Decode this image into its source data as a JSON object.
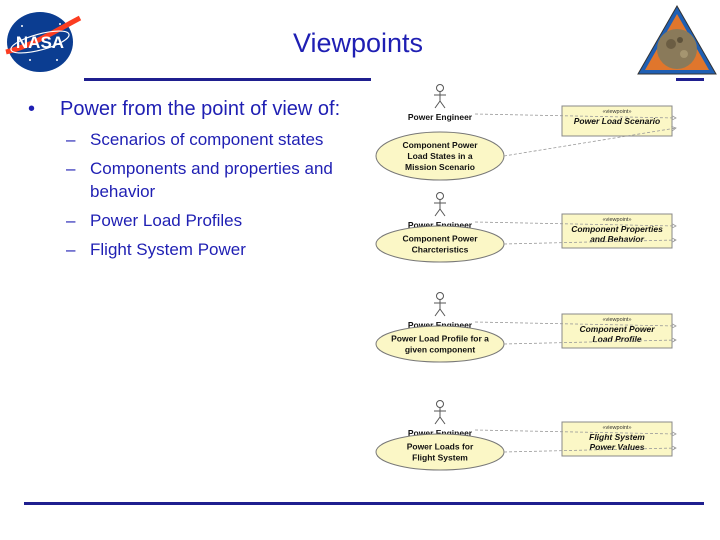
{
  "header": {
    "title": "Viewpoints",
    "logo_left": "nasa-logo",
    "logo_right": "mission-patch-logo"
  },
  "bullet": {
    "symbol": "•",
    "text": "Power from the point of view of:",
    "subs": [
      {
        "dash": "–",
        "text": "Scenarios of component states"
      },
      {
        "dash": "–",
        "text": "Components and properties and behavior"
      },
      {
        "dash": "–",
        "text": "Power Load Profiles"
      },
      {
        "dash": "–",
        "text": "Flight System Power"
      }
    ]
  },
  "diagram": {
    "stereotype": "«viewpoint»",
    "groups": [
      {
        "actor": "Power Engineer",
        "usecase": [
          "Component Power",
          "Load States in a",
          "Mission Scenario"
        ],
        "viewpoint": [
          "Power Load Scenario"
        ]
      },
      {
        "actor": "Power Engineer",
        "usecase": [
          "Component Power",
          "Charcteristics"
        ],
        "viewpoint": [
          "Component Properties",
          "and Behavior"
        ]
      },
      {
        "actor": "Power Engineer",
        "usecase": [
          "Power Load Profile for a",
          "given component"
        ],
        "viewpoint": [
          "Component Power",
          "Load Profile"
        ]
      },
      {
        "actor": "Power Engineer",
        "usecase": [
          "Power Loads for",
          "Flight System"
        ],
        "viewpoint": [
          "Flight System",
          "Power Values"
        ]
      }
    ]
  },
  "colors": {
    "title": "#1f1fb3",
    "rule": "#1f1f8f",
    "viewpoint_fill": "#fbf7c6",
    "usecase_fill": "#fbf7c6"
  }
}
